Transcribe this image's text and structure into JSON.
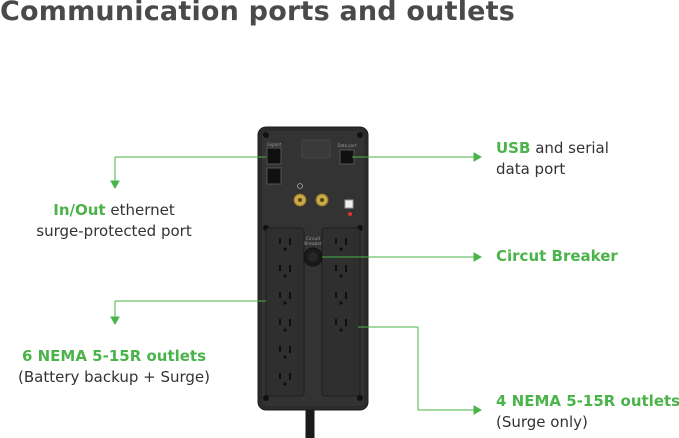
{
  "title": "Communication ports and outlets",
  "labels": {
    "usb_highlight": "USB",
    "usb_rest": " and serial",
    "usb_line2": "data port",
    "inout_highlight": "In/Out",
    "inout_rest": " ethernet",
    "inout_line2": "surge-protected port",
    "breaker": "Circut Breaker",
    "nema6_line1": "6 NEMA 5-15R outlets",
    "nema6_line2": "(Battery backup + Surge)",
    "nema4_line1": "4 NEMA 5-15R outlets",
    "nema4_line2": "(Surge only)"
  },
  "device": {
    "breaker_label": "Circuit\nBreaker",
    "gigabit_label": "Gigabit",
    "data_port_label": "Data port"
  },
  "colors": {
    "accent": "#4ab34a",
    "device": "#2a2a2a",
    "text": "#333333"
  }
}
